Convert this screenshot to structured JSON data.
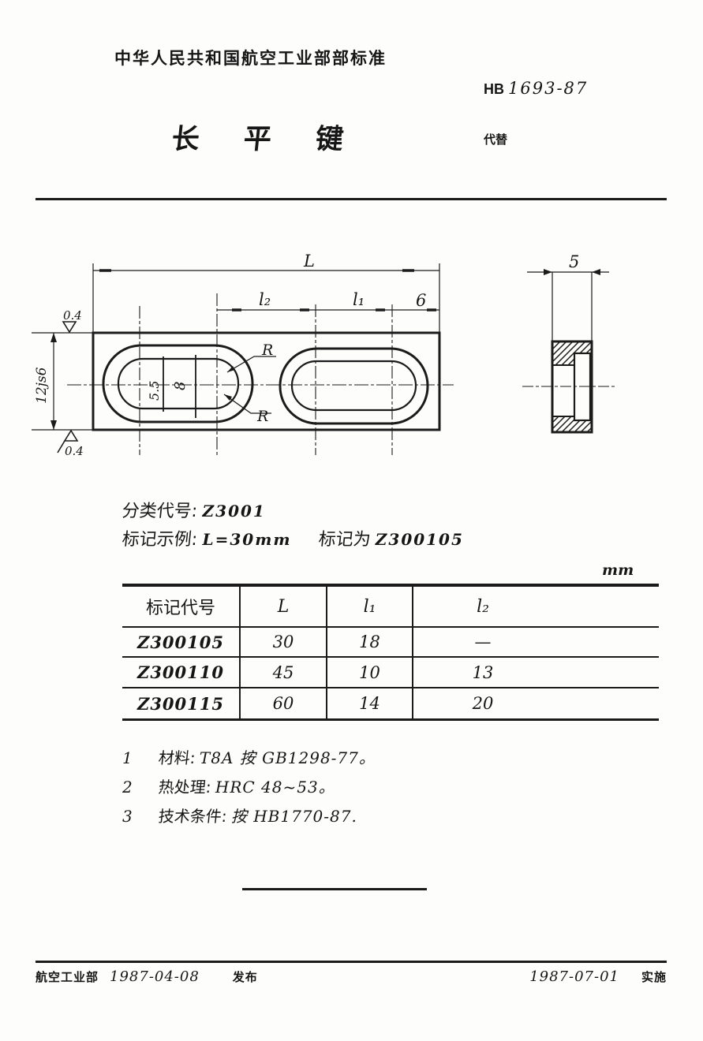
{
  "header": {
    "org_standard": "中华人民共和国航空工业部部标准",
    "standard_prefix": "HB",
    "standard_number": "1693-87",
    "title": "长 平 键",
    "replaces_label": "代替"
  },
  "drawing": {
    "overall_length": "L",
    "l2": "l₂",
    "l1": "l₁",
    "end_dim": "6",
    "radius": "R",
    "slot_inner_width": "5.5",
    "slot_outer_width": "8",
    "key_height": "12js6",
    "roughness": "0.4",
    "thickness": "5"
  },
  "classification": {
    "label": "分类代号:",
    "code": "Z3001"
  },
  "marking_example": {
    "label": "标记示例:",
    "condition": "L=30mm",
    "middle": "标记为",
    "code": "Z300105"
  },
  "table": {
    "unit": "mm",
    "headers": [
      "标记代号",
      "L",
      "l₁",
      "l₂"
    ],
    "rows": [
      [
        "Z300105",
        "30",
        "18",
        "—"
      ],
      [
        "Z300110",
        "45",
        "10",
        "13"
      ],
      [
        "Z300115",
        "60",
        "14",
        "20"
      ]
    ]
  },
  "notes": [
    {
      "num": "1",
      "label": "材料:",
      "value": "T8A  按 GB1298-77。"
    },
    {
      "num": "2",
      "label": "热处理:",
      "value": "HRC 48~53。"
    },
    {
      "num": "3",
      "label": "技术条件:",
      "value": "按 HB1770-87."
    }
  ],
  "footer": {
    "issuer": "航空工业部",
    "issue_date": "1987-04-08",
    "issue_label": "发布",
    "impl_date": "1987-07-01",
    "impl_label": "实施"
  }
}
